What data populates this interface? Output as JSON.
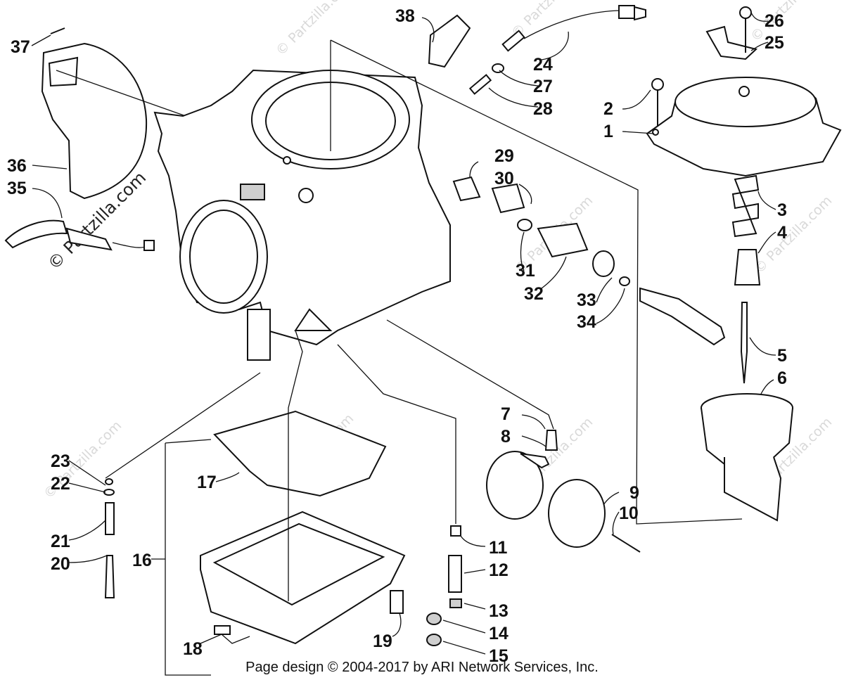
{
  "footer": "Page design © 2004-2017 by ARI Network Services, Inc.",
  "watermarks": [
    "© Partzilla.com"
  ],
  "callouts": [
    "1",
    "2",
    "3",
    "4",
    "5",
    "6",
    "7",
    "8",
    "9",
    "10",
    "11",
    "12",
    "13",
    "14",
    "15",
    "16",
    "17",
    "18",
    "19",
    "20",
    "21",
    "22",
    "23",
    "24",
    "25",
    "26",
    "27",
    "28",
    "29",
    "30",
    "31",
    "32",
    "33",
    "34",
    "35",
    "36",
    "37",
    "38"
  ]
}
